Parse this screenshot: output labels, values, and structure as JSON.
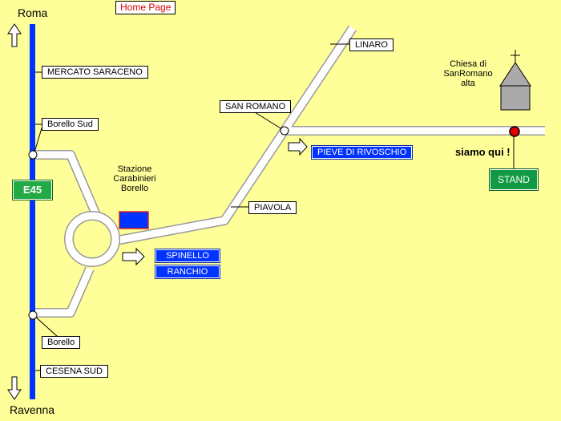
{
  "header": {
    "home_link": "Home Page"
  },
  "highway": {
    "shield": "E45",
    "north_direction": "Roma",
    "south_direction": "Ravenna",
    "color": "#0033FF",
    "shield_color": "#22AA44"
  },
  "labels": {
    "mercato_saraceno": "MERCATO SARACENO",
    "borello_sud": "Borello Sud",
    "borello": "Borello",
    "cesena_sud": "CESENA SUD",
    "san_romano": "SAN ROMANO",
    "linaro": "LINARO",
    "piavola": "PIAVOLA",
    "pieve_di_rivoschio": "PIEVE DI RIVOSCHIO",
    "spinello": "SPINELLO",
    "ranchio": "RANCHIO",
    "carabinieri_line1": "Stazione",
    "carabinieri_line2": "Carabinieri",
    "carabinieri_line3": "Borello",
    "church_line1": "Chiesa di",
    "church_line2": "SanRomano",
    "church_line3": "alta",
    "you_are_here": "siamo qui !",
    "stand": "STAND"
  },
  "colors": {
    "background": "#FFFF99",
    "road": "#FFFFFF",
    "destination_box": "#0033FF",
    "stand_box": "#119944",
    "marker": "#DD0000",
    "building": "#AAAAAA"
  },
  "icons": [
    "arrow-up-icon",
    "arrow-down-icon",
    "arrow-right-icon",
    "church-icon",
    "location-marker-icon"
  ]
}
